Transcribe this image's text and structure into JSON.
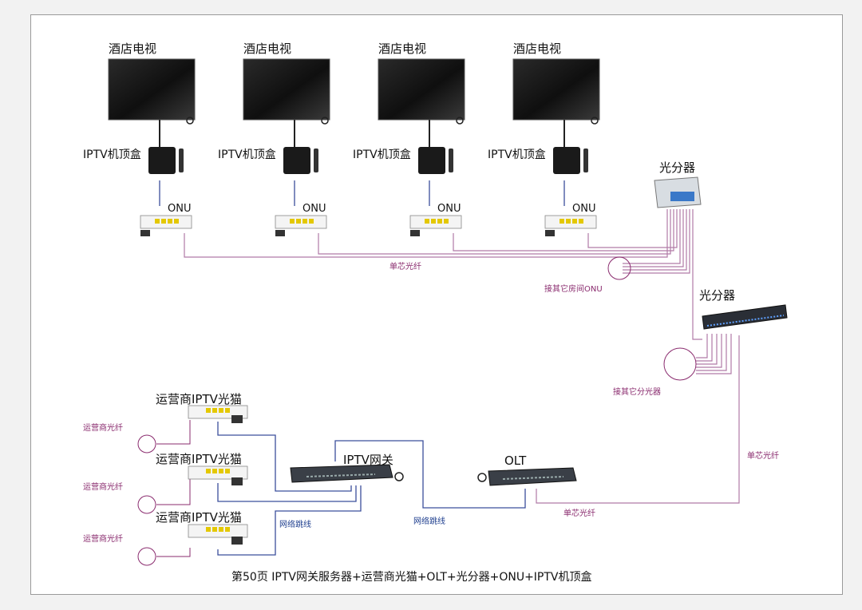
{
  "tv_label": "酒店电视",
  "stb_label": "IPTV机顶盒",
  "onu_label": "ONU",
  "splitter_label": "光分器",
  "fiber_label": "单芯光纤",
  "other_onu_label": "接其它房间ONU",
  "other_splitter_label": "接其它分光器",
  "modem_label": "运营商IPTV光猫",
  "carrier_fiber_label": "运营商光纤",
  "gateway_label": "IPTV网关",
  "olt_label": "OLT",
  "patch_cable_label": "网络跳线",
  "caption": "第50页  IPTV网关服务器+运营商光猫+OLT+光分器+ONU+IPTV机顶盒",
  "colors": {
    "fiber": "#b07aa6",
    "ethernet": "#3b4f9c",
    "border": "#9a9a9a"
  }
}
